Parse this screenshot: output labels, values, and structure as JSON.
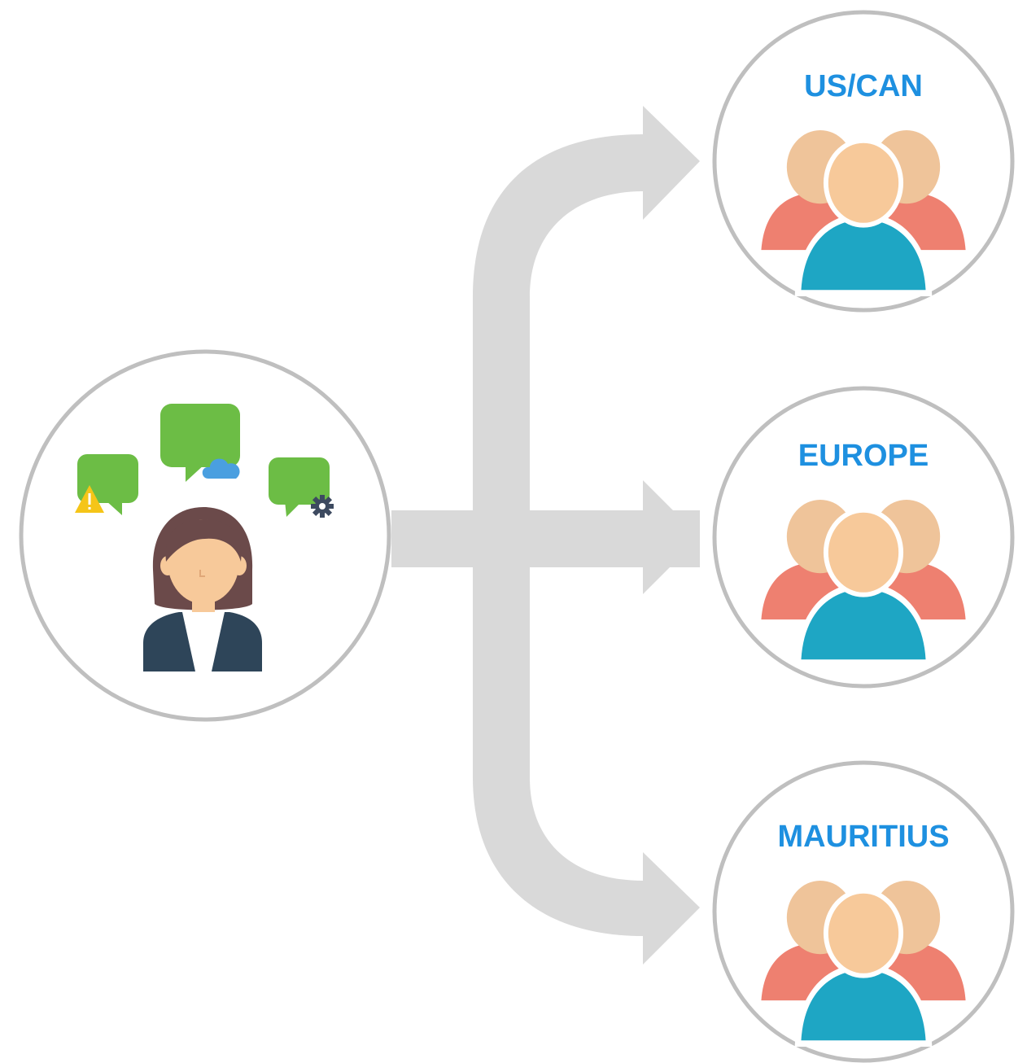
{
  "colors": {
    "arrow": "#d9d9d9",
    "circle_stroke": "#bfbfbf",
    "label": "#1e90e0",
    "bubble_green": "#6cbd45",
    "cloud_blue": "#4a9fe0",
    "warning_yellow": "#f5c518",
    "gear_dark": "#3d4a60",
    "hair": "#6b4a4a",
    "skin": "#f7c99a",
    "jacket": "#2e4559",
    "shirt": "#ffffff",
    "person_back": "#efc49a",
    "shoulder_back": "#ee8070",
    "shoulder_front": "#1ea6c4"
  },
  "source": {
    "icon_name": "support-agent-icon",
    "bubble_icons": [
      "warning-icon",
      "cloud-icon",
      "gear-icon"
    ]
  },
  "targets": [
    {
      "label": "US/CAN",
      "icon_name": "user-group-icon"
    },
    {
      "label": "EUROPE",
      "icon_name": "user-group-icon"
    },
    {
      "label": "MAURITIUS",
      "icon_name": "user-group-icon"
    }
  ]
}
